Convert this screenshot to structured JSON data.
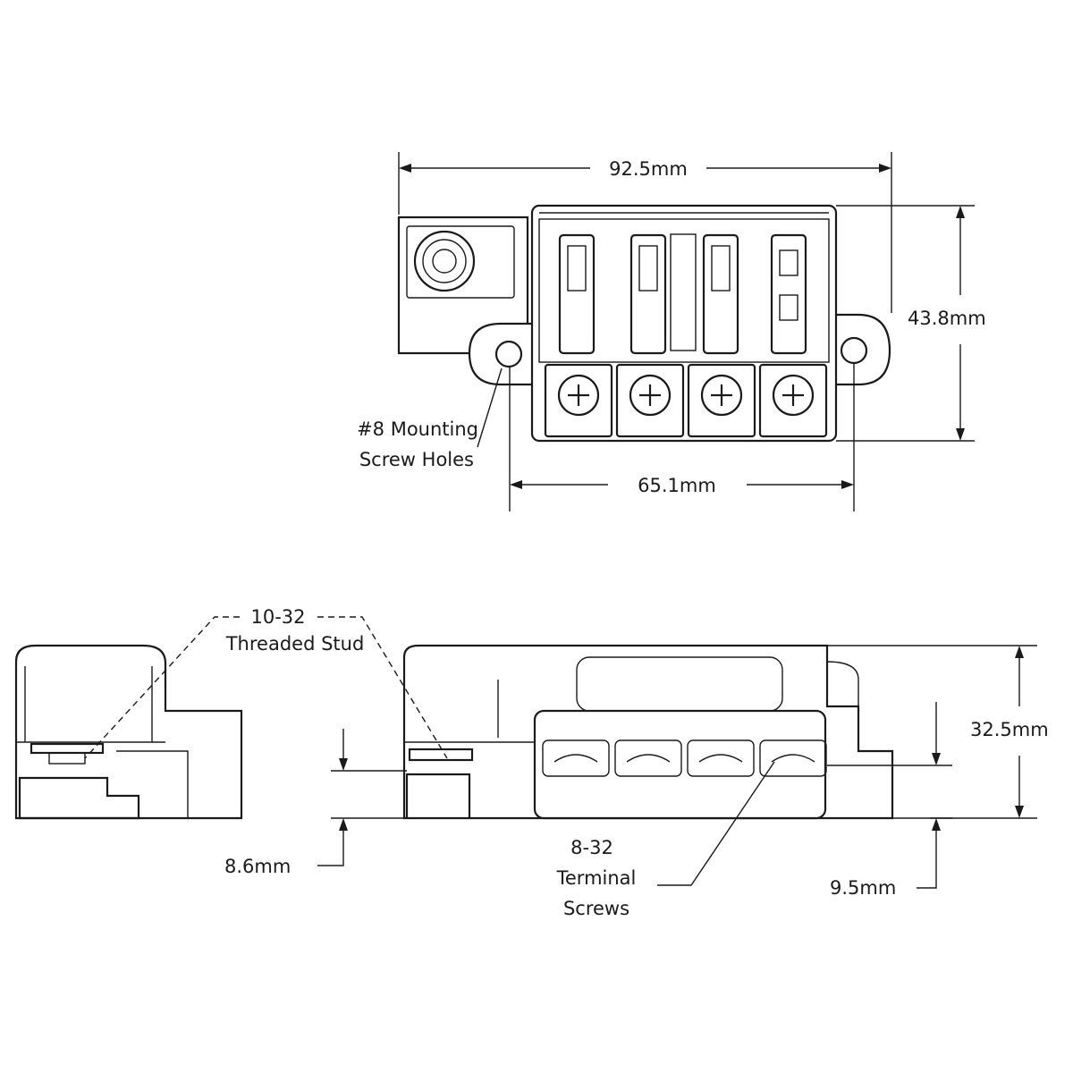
{
  "dimensions": {
    "overall_width": "92.5mm",
    "overall_height": "43.8mm",
    "mount_spacing": "65.1mm",
    "side_height": "32.5mm",
    "stud_offset": "8.6mm",
    "screw_offset": "9.5mm"
  },
  "callouts": {
    "mounting_line1": "#8 Mounting",
    "mounting_line2": "Screw Holes",
    "stud_line1": "10-32",
    "stud_line2": "Threaded Stud",
    "terminal_line1": "8-32",
    "terminal_line2": "Terminal",
    "terminal_line3": "Screws"
  },
  "colors": {
    "line": "#1a1a1a",
    "background": "#ffffff"
  }
}
